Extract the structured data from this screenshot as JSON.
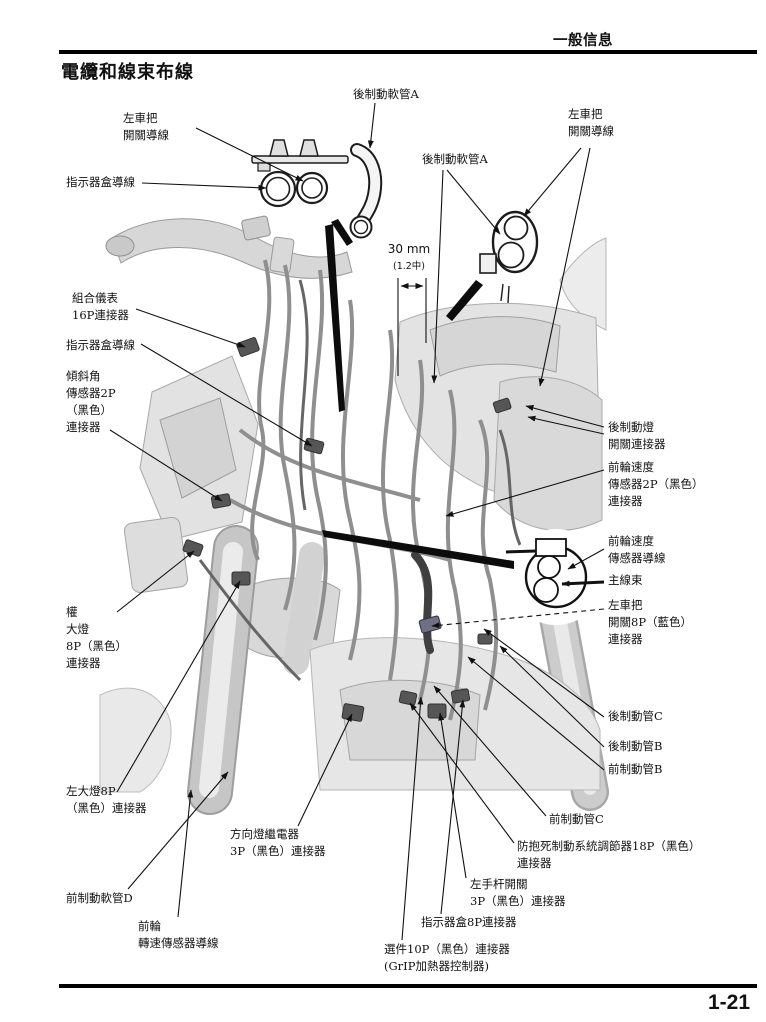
{
  "header": {
    "chapter": "一般信息"
  },
  "title": "電纜和線束布線",
  "dimension": {
    "value": "30 mm",
    "imperial": "(1.2中)"
  },
  "footer": {
    "page_number": "1-21"
  },
  "labels": {
    "rear_brake_hose_a_top": "後制動軟管A",
    "left_handlebar_switch_wires_left": "左車把\n開關導線",
    "indicator_box_wires_top": "指示器盒導線",
    "rear_brake_hose_a_right": "後制動軟管A",
    "left_handlebar_switch_wires_right": "左車把\n開關導線",
    "combination_meter_16p": "組合儀表\n16P連接器",
    "indicator_box_wires_left": "指示器盒導線",
    "bank_angle_sensor_2p": "傾斜角\n傳感器2P\n（黑色）\n連接器",
    "right_headlight_8p": "權\n大燈\n8P（黑色）\n連接器",
    "rear_brake_light_switch": "後制動燈\n開關連接器",
    "front_wheel_speed_sensor_2p": "前輪速度\n傳感器2P（黑色）\n連接器",
    "front_wheel_speed_sensor_wire": "前輪速度\n傳感器導線",
    "main_harness": "主線束",
    "left_handlebar_switch_8p": "左車把\n開關8P（藍色）\n連接器",
    "rear_brake_pipe_c": "後制動管C",
    "rear_brake_pipe_b": "後制動管B",
    "front_brake_pipe_b": "前制動管B",
    "front_brake_pipe_c": "前制動管C",
    "abs_modulator_18p": "防抱死制動系統調節器18P（黑色）\n連接器",
    "left_lever_switch_3p": "左手杆開關\n3P（黑色）連接器",
    "indicator_box_8p": "指示器盒8P連接器",
    "option_10p": "選件10P（黑色）連接器\n(GrIP加熱器控制器)",
    "left_headlight_8p": "左大燈8P\n（黑色）連接器",
    "turn_signal_relay_3p": "方向燈繼電器\n3P（黑色）連接器",
    "front_brake_hose_d": "前制動軟管D",
    "front_wheel_speed_wire_bottom": "前輪\n轉速傳感器導線"
  }
}
